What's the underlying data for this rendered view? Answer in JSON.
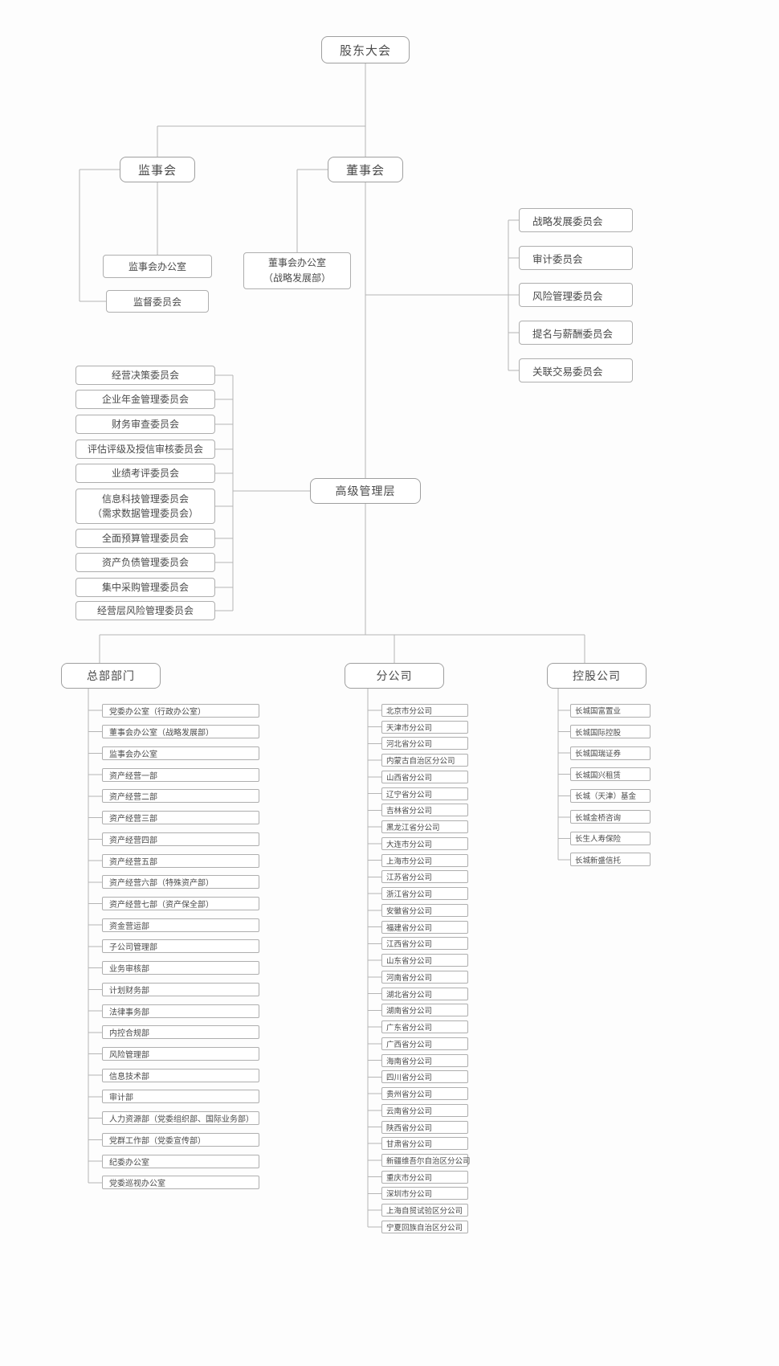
{
  "nodes": {
    "shareholders": "股东大会",
    "supervisory_board": "监事会",
    "board_of_directors": "董事会",
    "senior_management": "高级管理层",
    "supervisory_office": "监事会办公室",
    "supervision_committee": "监督委员会",
    "board_office": "董事会办公室\n（战略发展部）",
    "hq_header": "总部部门",
    "branch_header": "分公司",
    "holding_header": "控股公司"
  },
  "board_committees": [
    "战略发展委员会",
    "审计委员会",
    "风险管理委员会",
    "提名与薪酬委员会",
    "关联交易委员会"
  ],
  "management_committees": [
    "经营决策委员会",
    "企业年金管理委员会",
    "财务审查委员会",
    "评估评级及授信审核委员会",
    "业绩考评委员会",
    "信息科技管理委员会\n（需求数据管理委员会）",
    "全面预算管理委员会",
    "资产负债管理委员会",
    "集中采购管理委员会",
    "经营层风险管理委员会"
  ],
  "hq_departments": [
    "党委办公室（行政办公室）",
    "董事会办公室（战略发展部）",
    "监事会办公室",
    "资产经营一部",
    "资产经营二部",
    "资产经营三部",
    "资产经营四部",
    "资产经营五部",
    "资产经营六部（特殊资产部）",
    "资产经营七部（资产保全部）",
    "资金营运部",
    "子公司管理部",
    "业务审核部",
    "计划财务部",
    "法律事务部",
    "内控合规部",
    "风险管理部",
    "信息技术部",
    "审计部",
    "人力资源部（党委组织部、国际业务部）",
    "党群工作部（党委宣传部）",
    "纪委办公室",
    "党委巡视办公室"
  ],
  "branches": [
    "北京市分公司",
    "天津市分公司",
    "河北省分公司",
    "内蒙古自治区分公司",
    "山西省分公司",
    "辽宁省分公司",
    "吉林省分公司",
    "黑龙江省分公司",
    "大连市分公司",
    "上海市分公司",
    "江苏省分公司",
    "浙江省分公司",
    "安徽省分公司",
    "福建省分公司",
    "江西省分公司",
    "山东省分公司",
    "河南省分公司",
    "湖北省分公司",
    "湖南省分公司",
    "广东省分公司",
    "广西省分公司",
    "海南省分公司",
    "四川省分公司",
    "贵州省分公司",
    "云南省分公司",
    "陕西省分公司",
    "甘肃省分公司",
    "新疆维吾尔自治区分公司",
    "重庆市分公司",
    "深圳市分公司",
    "上海自贸试验区分公司",
    "宁夏回族自治区分公司"
  ],
  "holdings": [
    "长城国富置业",
    "长城国际控股",
    "长城国瑞证券",
    "长城国兴租赁",
    "长城（天津）基金",
    "长城金桥咨询",
    "长生人寿保险",
    "长城新盛信托"
  ]
}
